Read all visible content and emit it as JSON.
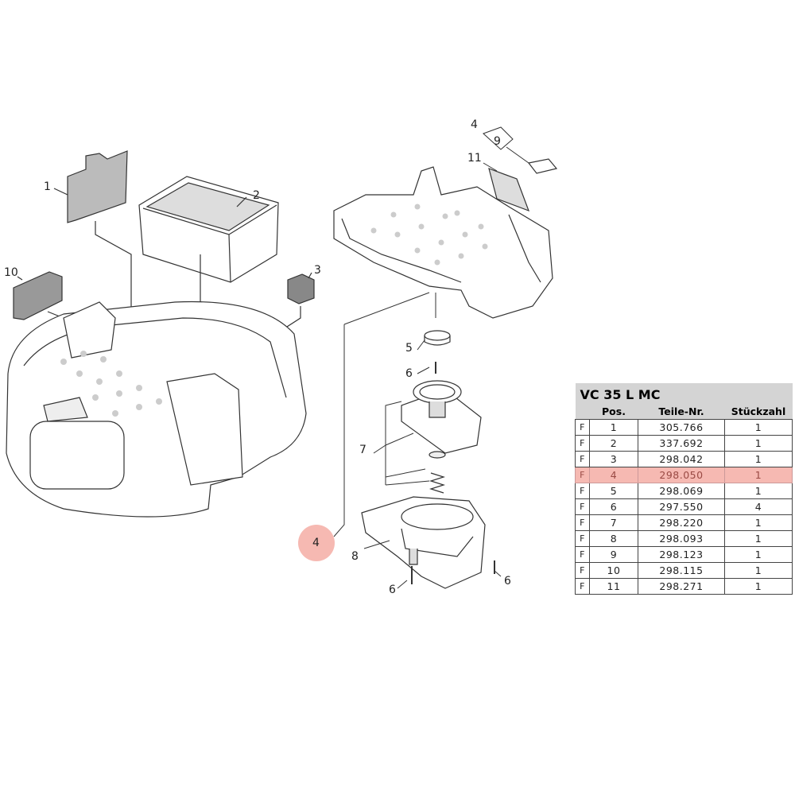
{
  "diagram": {
    "labels": {
      "l1": "1",
      "l2": "2",
      "l3": "3",
      "l4top": "4",
      "l9": "9",
      "l11": "11",
      "l10": "10",
      "l5": "5",
      "l6a": "6",
      "l7": "7",
      "l4sel": "4",
      "l8": "8",
      "l6b": "6",
      "l6c": "6"
    },
    "highlight_color": "#f6b9b2"
  },
  "parts_table": {
    "title": "VC 35 L MC",
    "headers": [
      "",
      "Pos.",
      "Teile-Nr.",
      "Stückzahl"
    ],
    "rows": [
      {
        "flag": "F",
        "pos": "1",
        "part": "305.766",
        "qty": "1"
      },
      {
        "flag": "F",
        "pos": "2",
        "part": "337.692",
        "qty": "1"
      },
      {
        "flag": "F",
        "pos": "3",
        "part": "298.042",
        "qty": "1"
      },
      {
        "flag": "F",
        "pos": "4",
        "part": "298.050",
        "qty": "1",
        "selected": true
      },
      {
        "flag": "F",
        "pos": "5",
        "part": "298.069",
        "qty": "1"
      },
      {
        "flag": "F",
        "pos": "6",
        "part": "297.550",
        "qty": "4"
      },
      {
        "flag": "F",
        "pos": "7",
        "part": "298.220",
        "qty": "1"
      },
      {
        "flag": "F",
        "pos": "8",
        "part": "298.093",
        "qty": "1"
      },
      {
        "flag": "F",
        "pos": "9",
        "part": "298.123",
        "qty": "1"
      },
      {
        "flag": "F",
        "pos": "10",
        "part": "298.115",
        "qty": "1"
      },
      {
        "flag": "F",
        "pos": "11",
        "part": "298.271",
        "qty": "1"
      }
    ]
  }
}
